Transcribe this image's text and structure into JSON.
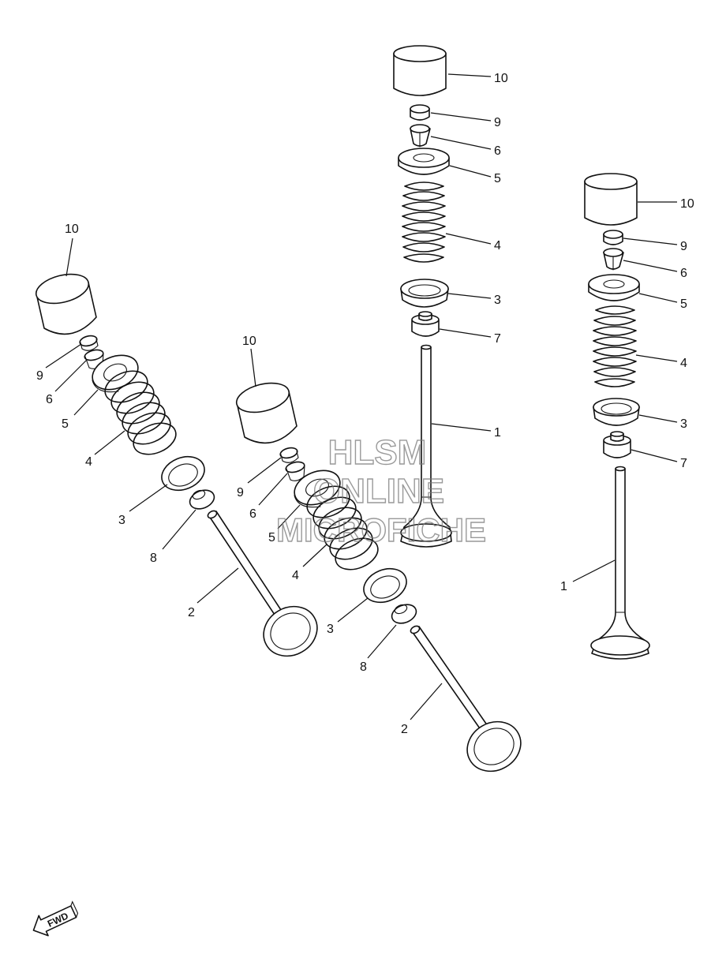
{
  "watermark": {
    "line1": "HLSM",
    "line2": "ONLINE",
    "line3": "MICROFICHE"
  },
  "fwd_label": "FWD",
  "callouts": [
    {
      "id": "c1",
      "text": "10"
    },
    {
      "id": "c2",
      "text": "9"
    },
    {
      "id": "c3",
      "text": "6"
    },
    {
      "id": "c4",
      "text": "5"
    },
    {
      "id": "c5",
      "text": "4"
    },
    {
      "id": "c6",
      "text": "3"
    },
    {
      "id": "c7",
      "text": "7"
    },
    {
      "id": "c8",
      "text": "1"
    },
    {
      "id": "c9",
      "text": "10"
    },
    {
      "id": "c10",
      "text": "9"
    },
    {
      "id": "c11",
      "text": "6"
    },
    {
      "id": "c12",
      "text": "5"
    },
    {
      "id": "c13",
      "text": "4"
    },
    {
      "id": "c14",
      "text": "3"
    },
    {
      "id": "c15",
      "text": "7"
    },
    {
      "id": "c16",
      "text": "1"
    },
    {
      "id": "c17",
      "text": "10"
    },
    {
      "id": "c18",
      "text": "9"
    },
    {
      "id": "c19",
      "text": "6"
    },
    {
      "id": "c20",
      "text": "5"
    },
    {
      "id": "c21",
      "text": "4"
    },
    {
      "id": "c22",
      "text": "3"
    },
    {
      "id": "c23",
      "text": "8"
    },
    {
      "id": "c24",
      "text": "2"
    },
    {
      "id": "c25",
      "text": "10"
    },
    {
      "id": "c26",
      "text": "9"
    },
    {
      "id": "c27",
      "text": "6"
    },
    {
      "id": "c28",
      "text": "5"
    },
    {
      "id": "c29",
      "text": "4"
    },
    {
      "id": "c30",
      "text": "3"
    },
    {
      "id": "c31",
      "text": "8"
    },
    {
      "id": "c32",
      "text": "2"
    }
  ]
}
